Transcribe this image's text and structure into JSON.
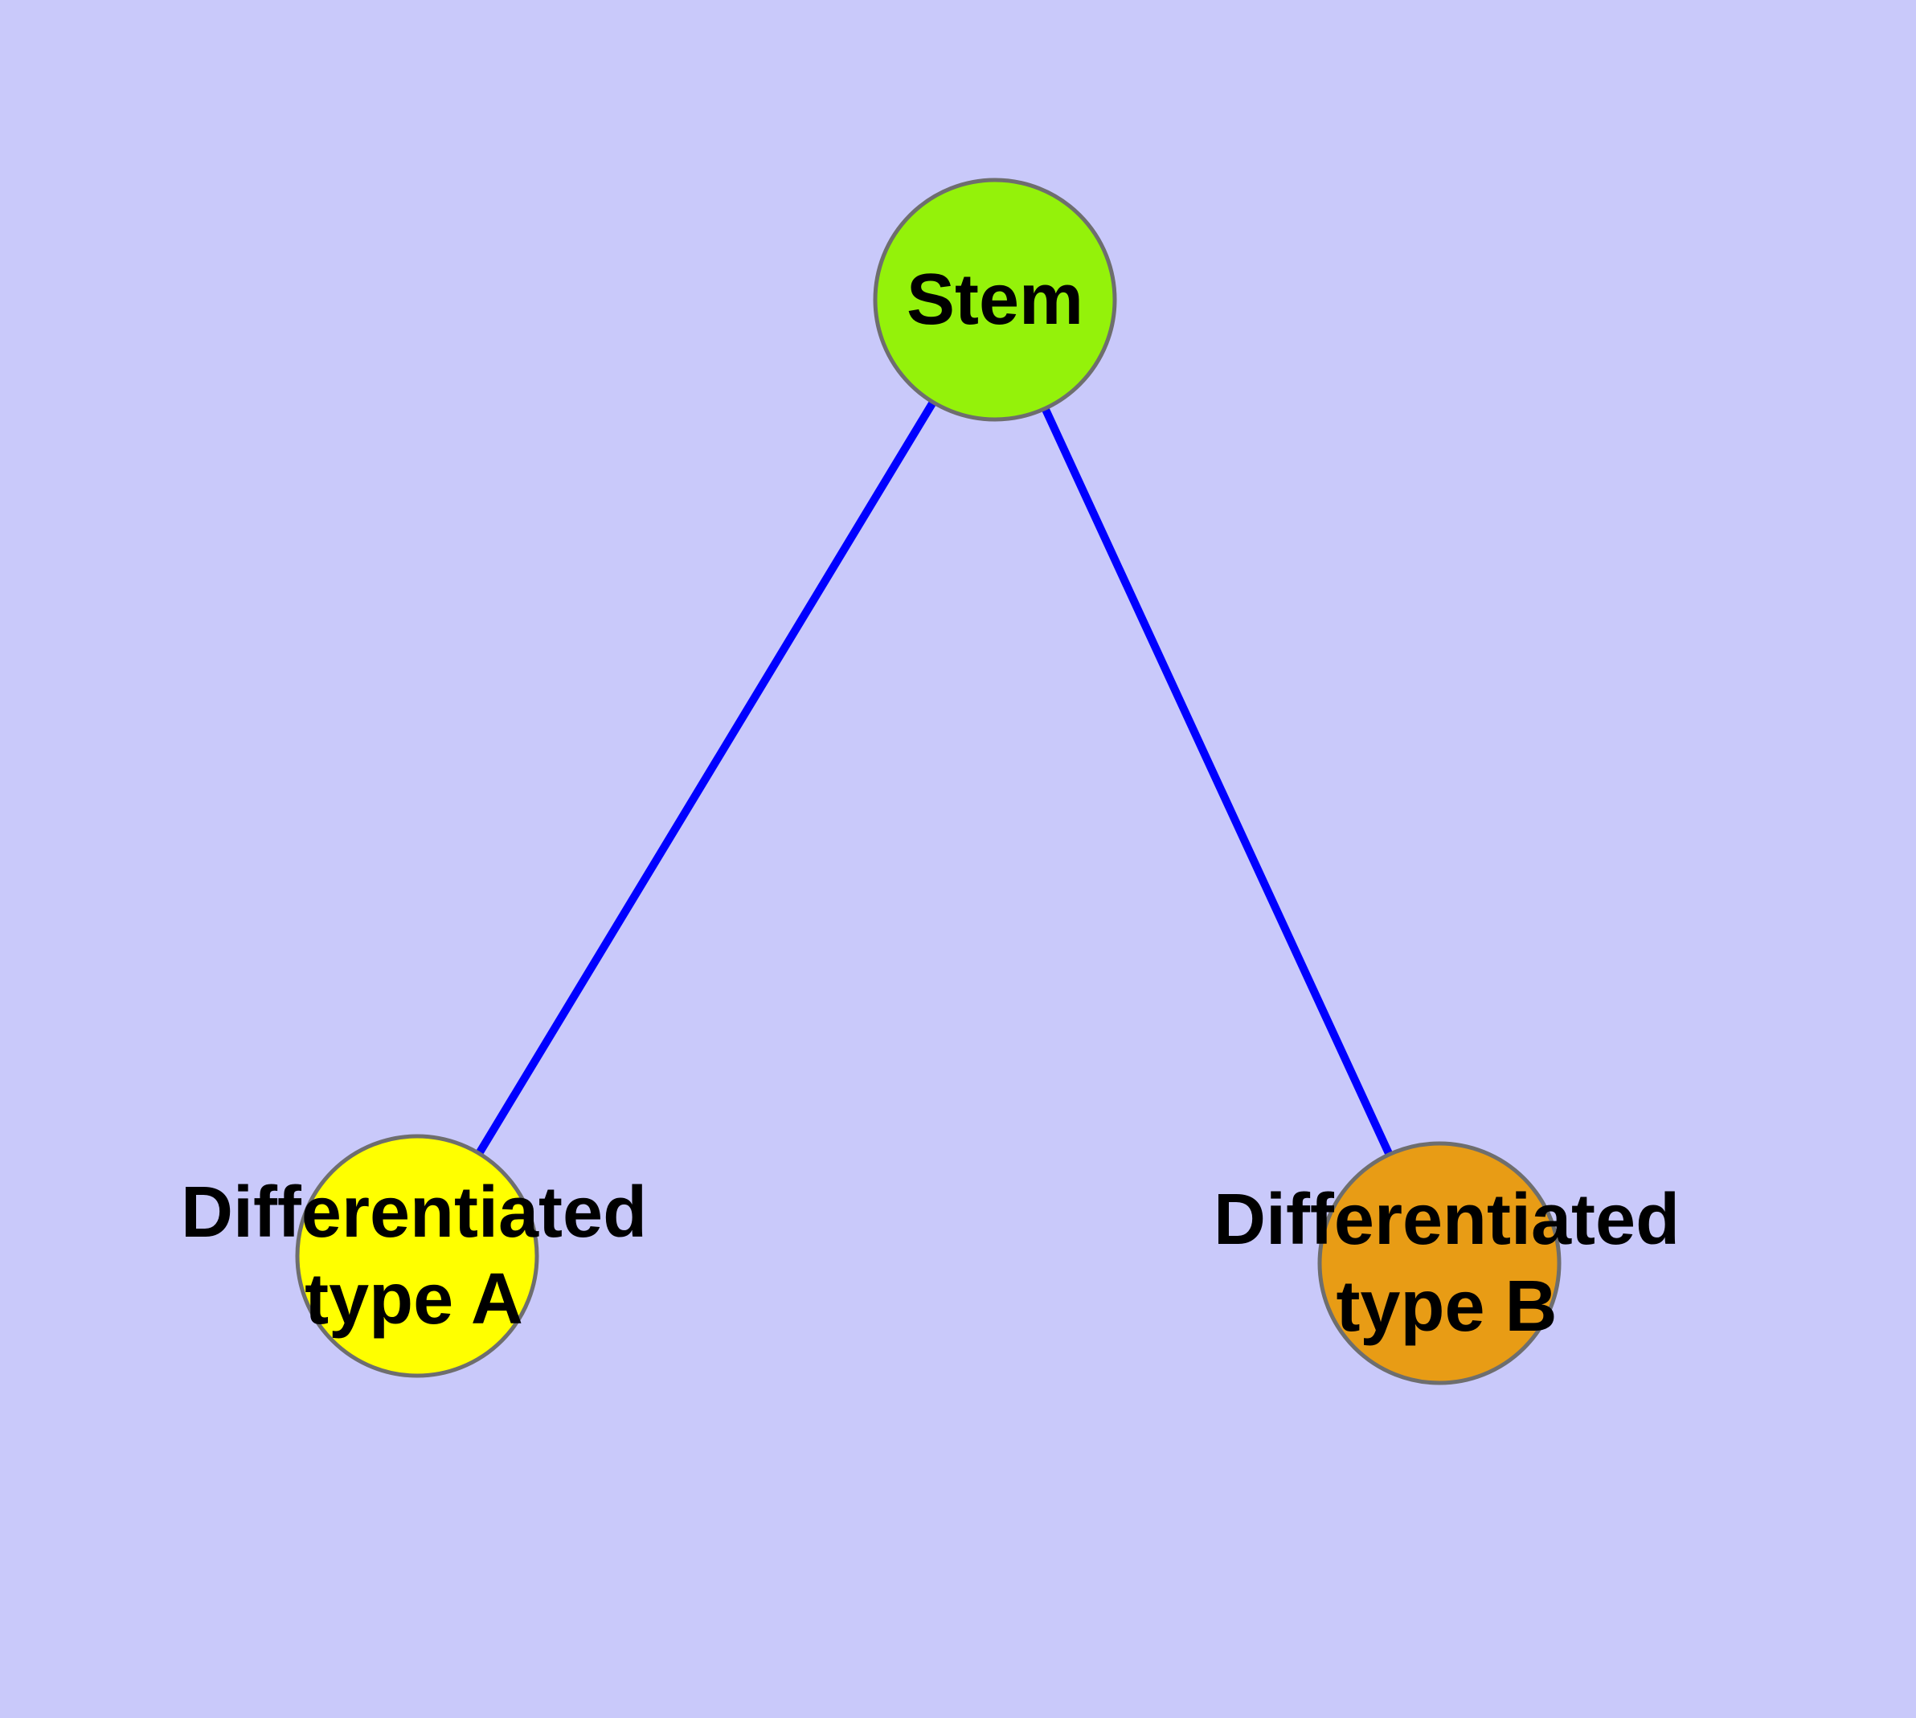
{
  "diagram": {
    "background_color": "#C9C9FA",
    "edge_color": "#0000FF",
    "node_border_color": "#6E6E6E",
    "text_color": "#000000",
    "nodes": {
      "stem": {
        "label": "Stem",
        "fill": "#94F20A"
      },
      "type_a": {
        "label_line1": "Differentiated",
        "label_line2": "type A",
        "fill": "#FFFF00"
      },
      "type_b": {
        "label_line1": "Differentiated",
        "label_line2": "type B",
        "fill": "#E89C15"
      }
    }
  }
}
